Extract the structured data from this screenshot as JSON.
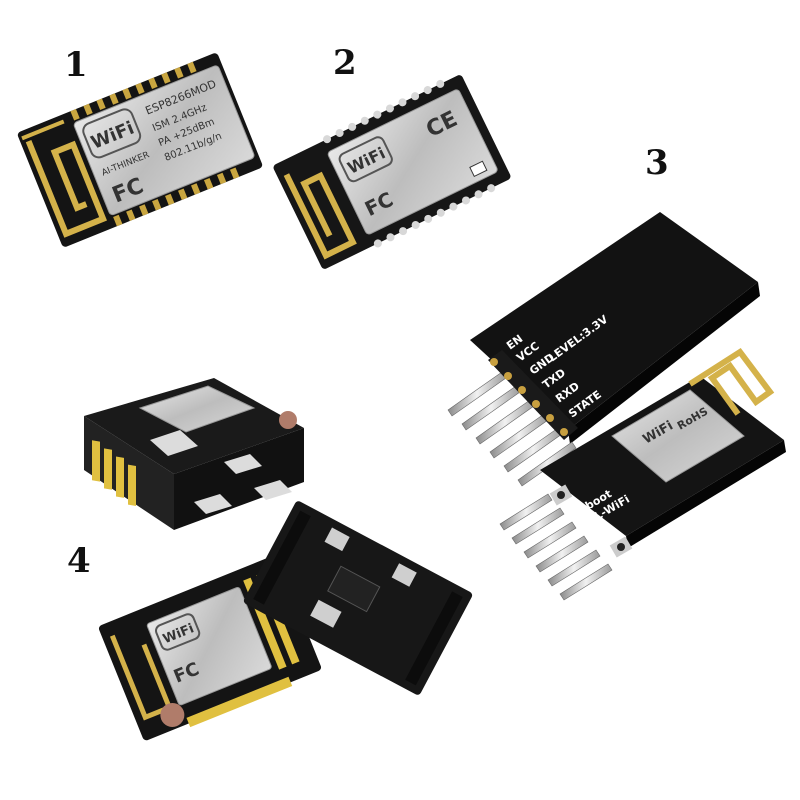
{
  "labels": {
    "item1": "1",
    "item2": "2",
    "item3": "3",
    "item4": "4"
  },
  "module1": {
    "brand": "WiFi",
    "model": "ESP8266MOD",
    "vendor": "AI-THINKER",
    "ism": "ISM 2.4GHz",
    "pa": "PA +25dBm",
    "std": "802.11b/g/n",
    "fcc": "FC"
  },
  "module2": {
    "brand": "WiFi",
    "fcc": "FC",
    "ce": "CE"
  },
  "module3": {
    "pins_top": [
      "EN",
      "VCC",
      "GND",
      "TXD",
      "RXD",
      "STATE"
    ],
    "level": "LEVEL:3.3V",
    "board": "TTL-WiFi",
    "rohs": "RoHS",
    "boot": "boot"
  },
  "module4": {
    "brand": "WiFi",
    "fcc": "FC"
  },
  "colors": {
    "pcb": "#141414",
    "gold": "#d4b24a",
    "shield": "#cfcfcf",
    "header": "#e0c040"
  }
}
